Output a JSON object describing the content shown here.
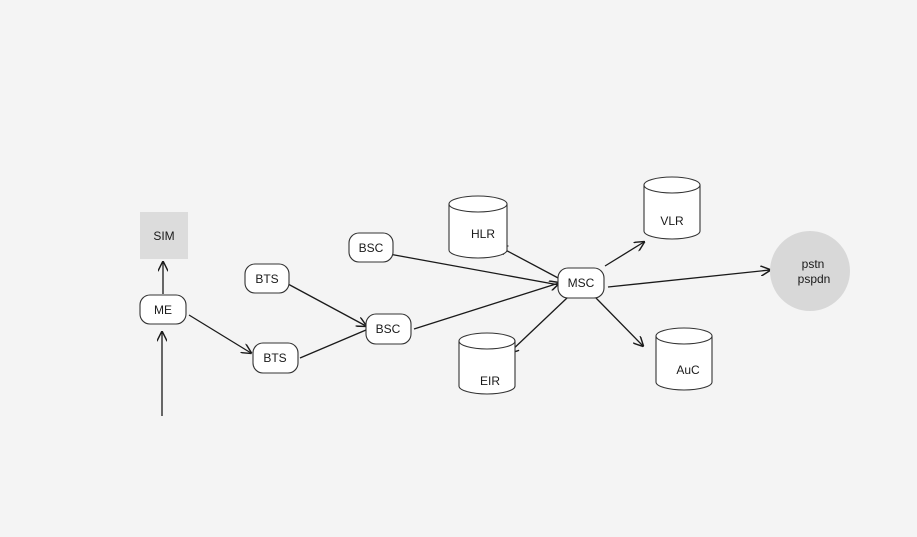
{
  "diagram": {
    "colors": {
      "background": "#f4f4f4",
      "stroke": "#333333",
      "sim_fill": "#dcdcdc",
      "pstn_fill": "#d8d8d8"
    },
    "nodes": {
      "sim": "SIM",
      "me": "ME",
      "bts_upper": "BTS",
      "bts_lower": "BTS",
      "bsc_upper": "BSC",
      "bsc_lower": "BSC",
      "msc": "MSC",
      "hlr": "HLR",
      "vlr": "VLR",
      "eir": "EIR",
      "auc": "AuC",
      "pstn_line1": "pstn",
      "pstn_line2": "pspdn"
    }
  }
}
